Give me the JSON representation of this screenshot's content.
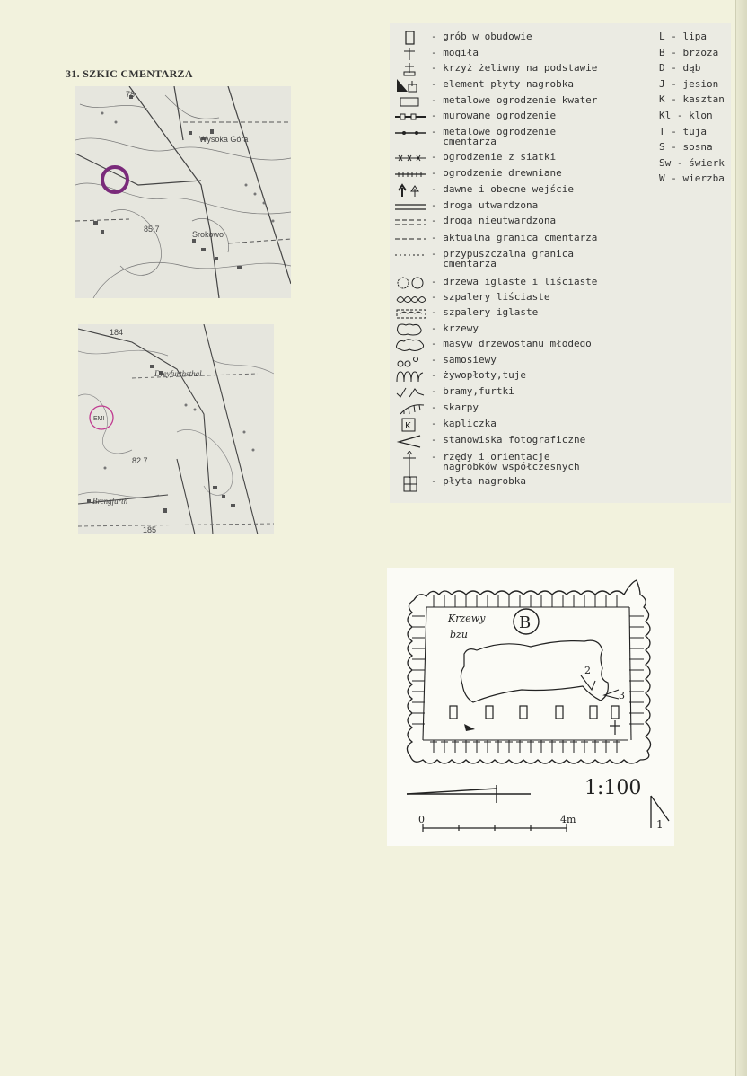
{
  "section": {
    "title": "31. SZKIC CMENTARZA"
  },
  "map_top": {
    "labels": {
      "place1": "Wysoka Góra",
      "place2": "Srokowo",
      "elev1": "78",
      "elev2": "85,7"
    }
  },
  "map_bottom": {
    "labels": {
      "place1": "Dreyfurthsthal",
      "place2": "Brengfurth",
      "marker": "EMI",
      "elev1": "184",
      "elev2": "82.7",
      "elev3": "185"
    }
  },
  "legend": {
    "items": [
      {
        "icon": "grave-enclosure-icon",
        "text": "- grób w obudowie"
      },
      {
        "icon": "grave-cross-icon",
        "text": "- mogiła"
      },
      {
        "icon": "iron-cross-icon",
        "text": "- krzyż żeliwny na podstawie"
      },
      {
        "icon": "tombstone-element-icon",
        "text": "- element płyty nagrobka"
      },
      {
        "icon": "metal-fence-quarter-icon",
        "text": "- metalowe ogrodzenie kwater"
      },
      {
        "icon": "brick-fence-icon",
        "text": "- murowane ogrodzenie"
      },
      {
        "icon": "metal-fence-icon",
        "text": "- metalowe ogrodzenie\n  cmentarza"
      },
      {
        "icon": "mesh-fence-icon",
        "text": "- ogrodzenie z siatki"
      },
      {
        "icon": "wooden-fence-icon",
        "text": "- ogrodzenie drewniane"
      },
      {
        "icon": "entrance-arrows-icon",
        "text": "- dawne i obecne wejście"
      },
      {
        "icon": "paved-road-icon",
        "text": "- droga utwardzona"
      },
      {
        "icon": "unpaved-road-icon",
        "text": "- droga nieutwardzona"
      },
      {
        "icon": "current-border-icon",
        "text": "- aktualna granica cmentarza"
      },
      {
        "icon": "presumed-border-icon",
        "text": "- przypuszczalna granica\n  cmentarza"
      },
      {
        "icon": "trees-icon",
        "text": "- drzewa iglaste i liściaste"
      },
      {
        "icon": "deciduous-row-icon",
        "text": "- szpalery liściaste"
      },
      {
        "icon": "conifer-row-icon",
        "text": "- szpalery iglaste"
      },
      {
        "icon": "shrubs-icon",
        "text": "- krzewy"
      },
      {
        "icon": "young-stand-icon",
        "text": "- masyw drzewostanu młodego"
      },
      {
        "icon": "self-seeding-icon",
        "text": "- samosiewy"
      },
      {
        "icon": "hedge-icon",
        "text": "- żywopłoty,tuje"
      },
      {
        "icon": "gates-icon",
        "text": "- bramy,furtki"
      },
      {
        "icon": "slope-icon",
        "text": "- skarpy"
      },
      {
        "icon": "chapel-icon",
        "text": "- kapliczka"
      },
      {
        "icon": "photo-position-icon",
        "text": "- stanowiska fotograficzne"
      },
      {
        "icon": "grave-rows-icon",
        "text": "- rzędy i orientacje\n  nagrobków współczesnych"
      },
      {
        "icon": "slab-icon",
        "text": "- płyta nagrobka"
      }
    ],
    "trees": [
      "L - lipa",
      "B - brzoza",
      "D - dąb",
      "J - jesion",
      "K - kasztan",
      "Kl - klon",
      "T - tuja",
      "S - sosna",
      "Sw - świerk",
      "W - wierzba"
    ]
  },
  "sketch": {
    "tree_letter": "B",
    "note_line1": "Krzewy",
    "note_line2": "bzu",
    "scale_ratio": "1:100",
    "scale_start": "0",
    "scale_end": "4m",
    "photo_1": "1",
    "photo_2": "2",
    "photo_3": "3"
  }
}
